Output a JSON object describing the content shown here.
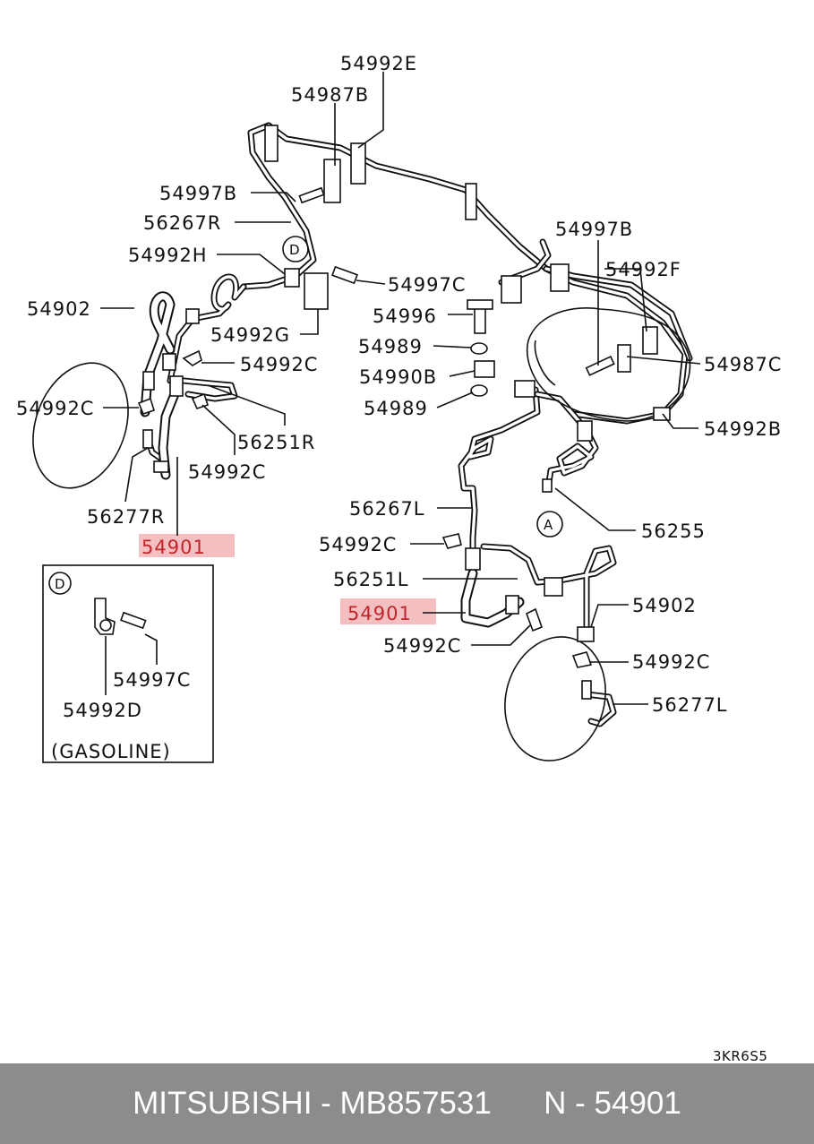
{
  "labels": {
    "l_54992E": "54992E",
    "l_54987B": "54987B",
    "l_54997B_left": "54997B",
    "l_56267R": "56267R",
    "l_54992H": "54992H",
    "l_54902_left": "54902",
    "l_54992G": "54992G",
    "l_54992C_a": "54992C",
    "l_54992C_b": "54992C",
    "l_56251R": "56251R",
    "l_54992C_c": "54992C",
    "l_56277R": "56277R",
    "l_54901_left": "54901",
    "l_54997C": "54997C",
    "l_54996": "54996",
    "l_54989_a": "54989",
    "l_54990B": "54990B",
    "l_54989_b": "54989",
    "l_54997B_right": "54997B",
    "l_54992F": "54992F",
    "l_54987C": "54987C",
    "l_54992B": "54992B",
    "l_56267L": "56267L",
    "l_56255": "56255",
    "l_54992C_d": "54992C",
    "l_56251L": "56251L",
    "l_54901_right": "54901",
    "l_54902_right": "54902",
    "l_54992C_e": "54992C",
    "l_54992C_f": "54992C",
    "l_56277L": "56277L",
    "callout_D": "D",
    "callout_A": "A",
    "inset_D": "D",
    "inset_54997C": "54997C",
    "inset_54992D": "54992D",
    "inset_caption": "(GASOLINE)",
    "diagram_code": "3KR6S5"
  },
  "footer": {
    "text": "MITSUBISHI - MB857531      N - 54901"
  },
  "colors": {
    "highlight_fill": "#f4bfc1",
    "highlight_text": "#c0262b",
    "footer_bg": "#8c8c8c",
    "footer_text": "#ffffff"
  }
}
